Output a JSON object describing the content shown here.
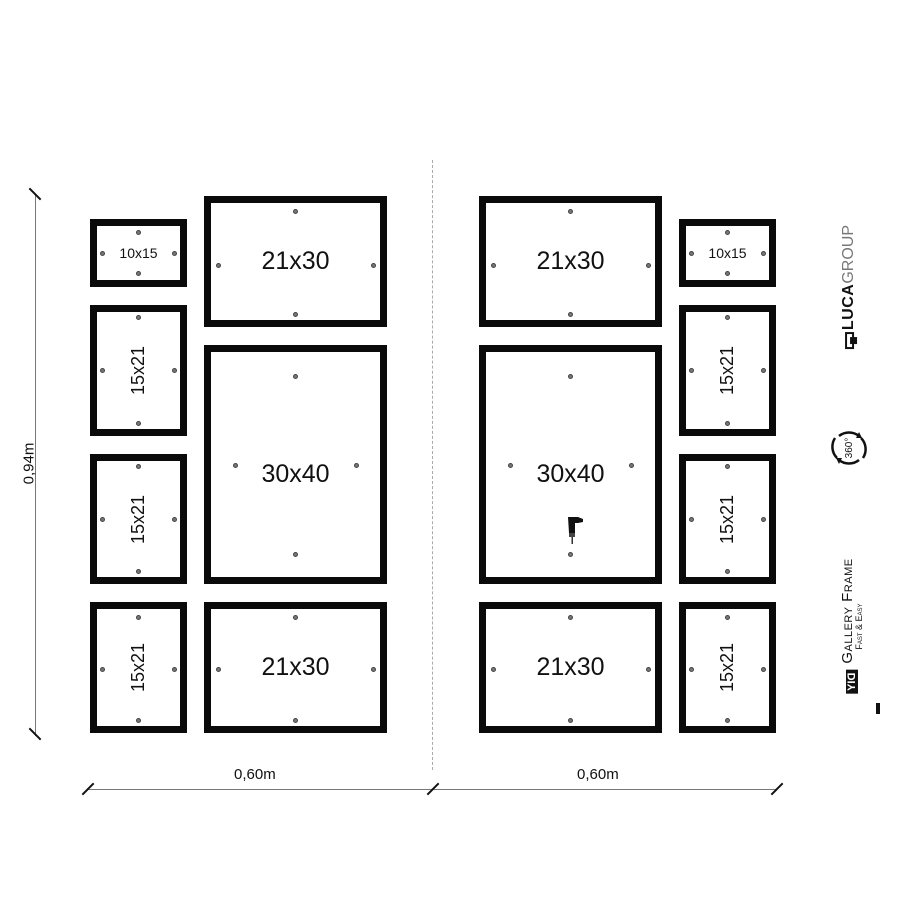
{
  "dimensions": {
    "height_label": "0,94m",
    "width_left_label": "0,60m",
    "width_right_label": "0,60m"
  },
  "left_panel": {
    "small_column": [
      {
        "size": "10x15",
        "orientation": "landscape"
      },
      {
        "size": "15x21",
        "orientation": "portrait"
      },
      {
        "size": "15x21",
        "orientation": "portrait"
      },
      {
        "size": "15x21",
        "orientation": "portrait"
      }
    ],
    "large_column": [
      {
        "size": "21x30",
        "orientation": "landscape"
      },
      {
        "size": "30x40",
        "orientation": "portrait"
      },
      {
        "size": "21x30",
        "orientation": "landscape"
      }
    ]
  },
  "right_panel": {
    "large_column": [
      {
        "size": "21x30",
        "orientation": "landscape"
      },
      {
        "size": "30x40",
        "orientation": "portrait",
        "icon": "drill-icon"
      },
      {
        "size": "21x30",
        "orientation": "landscape"
      }
    ],
    "small_column": [
      {
        "size": "10x15",
        "orientation": "landscape"
      },
      {
        "size": "15x21",
        "orientation": "portrait"
      },
      {
        "size": "15x21",
        "orientation": "portrait"
      },
      {
        "size": "15x21",
        "orientation": "portrait"
      }
    ]
  },
  "branding": {
    "company_bold": "LUCA",
    "company_light": "GROUP",
    "rotation_badge": "360°",
    "diy_badge": "DIY",
    "product_title": "Gallery Frame",
    "product_tagline": "Fast & Easy"
  },
  "colors": {
    "frame": "#0a0a0a",
    "pin": "#777777",
    "dimension_line": "#777777",
    "background": "#ffffff"
  }
}
